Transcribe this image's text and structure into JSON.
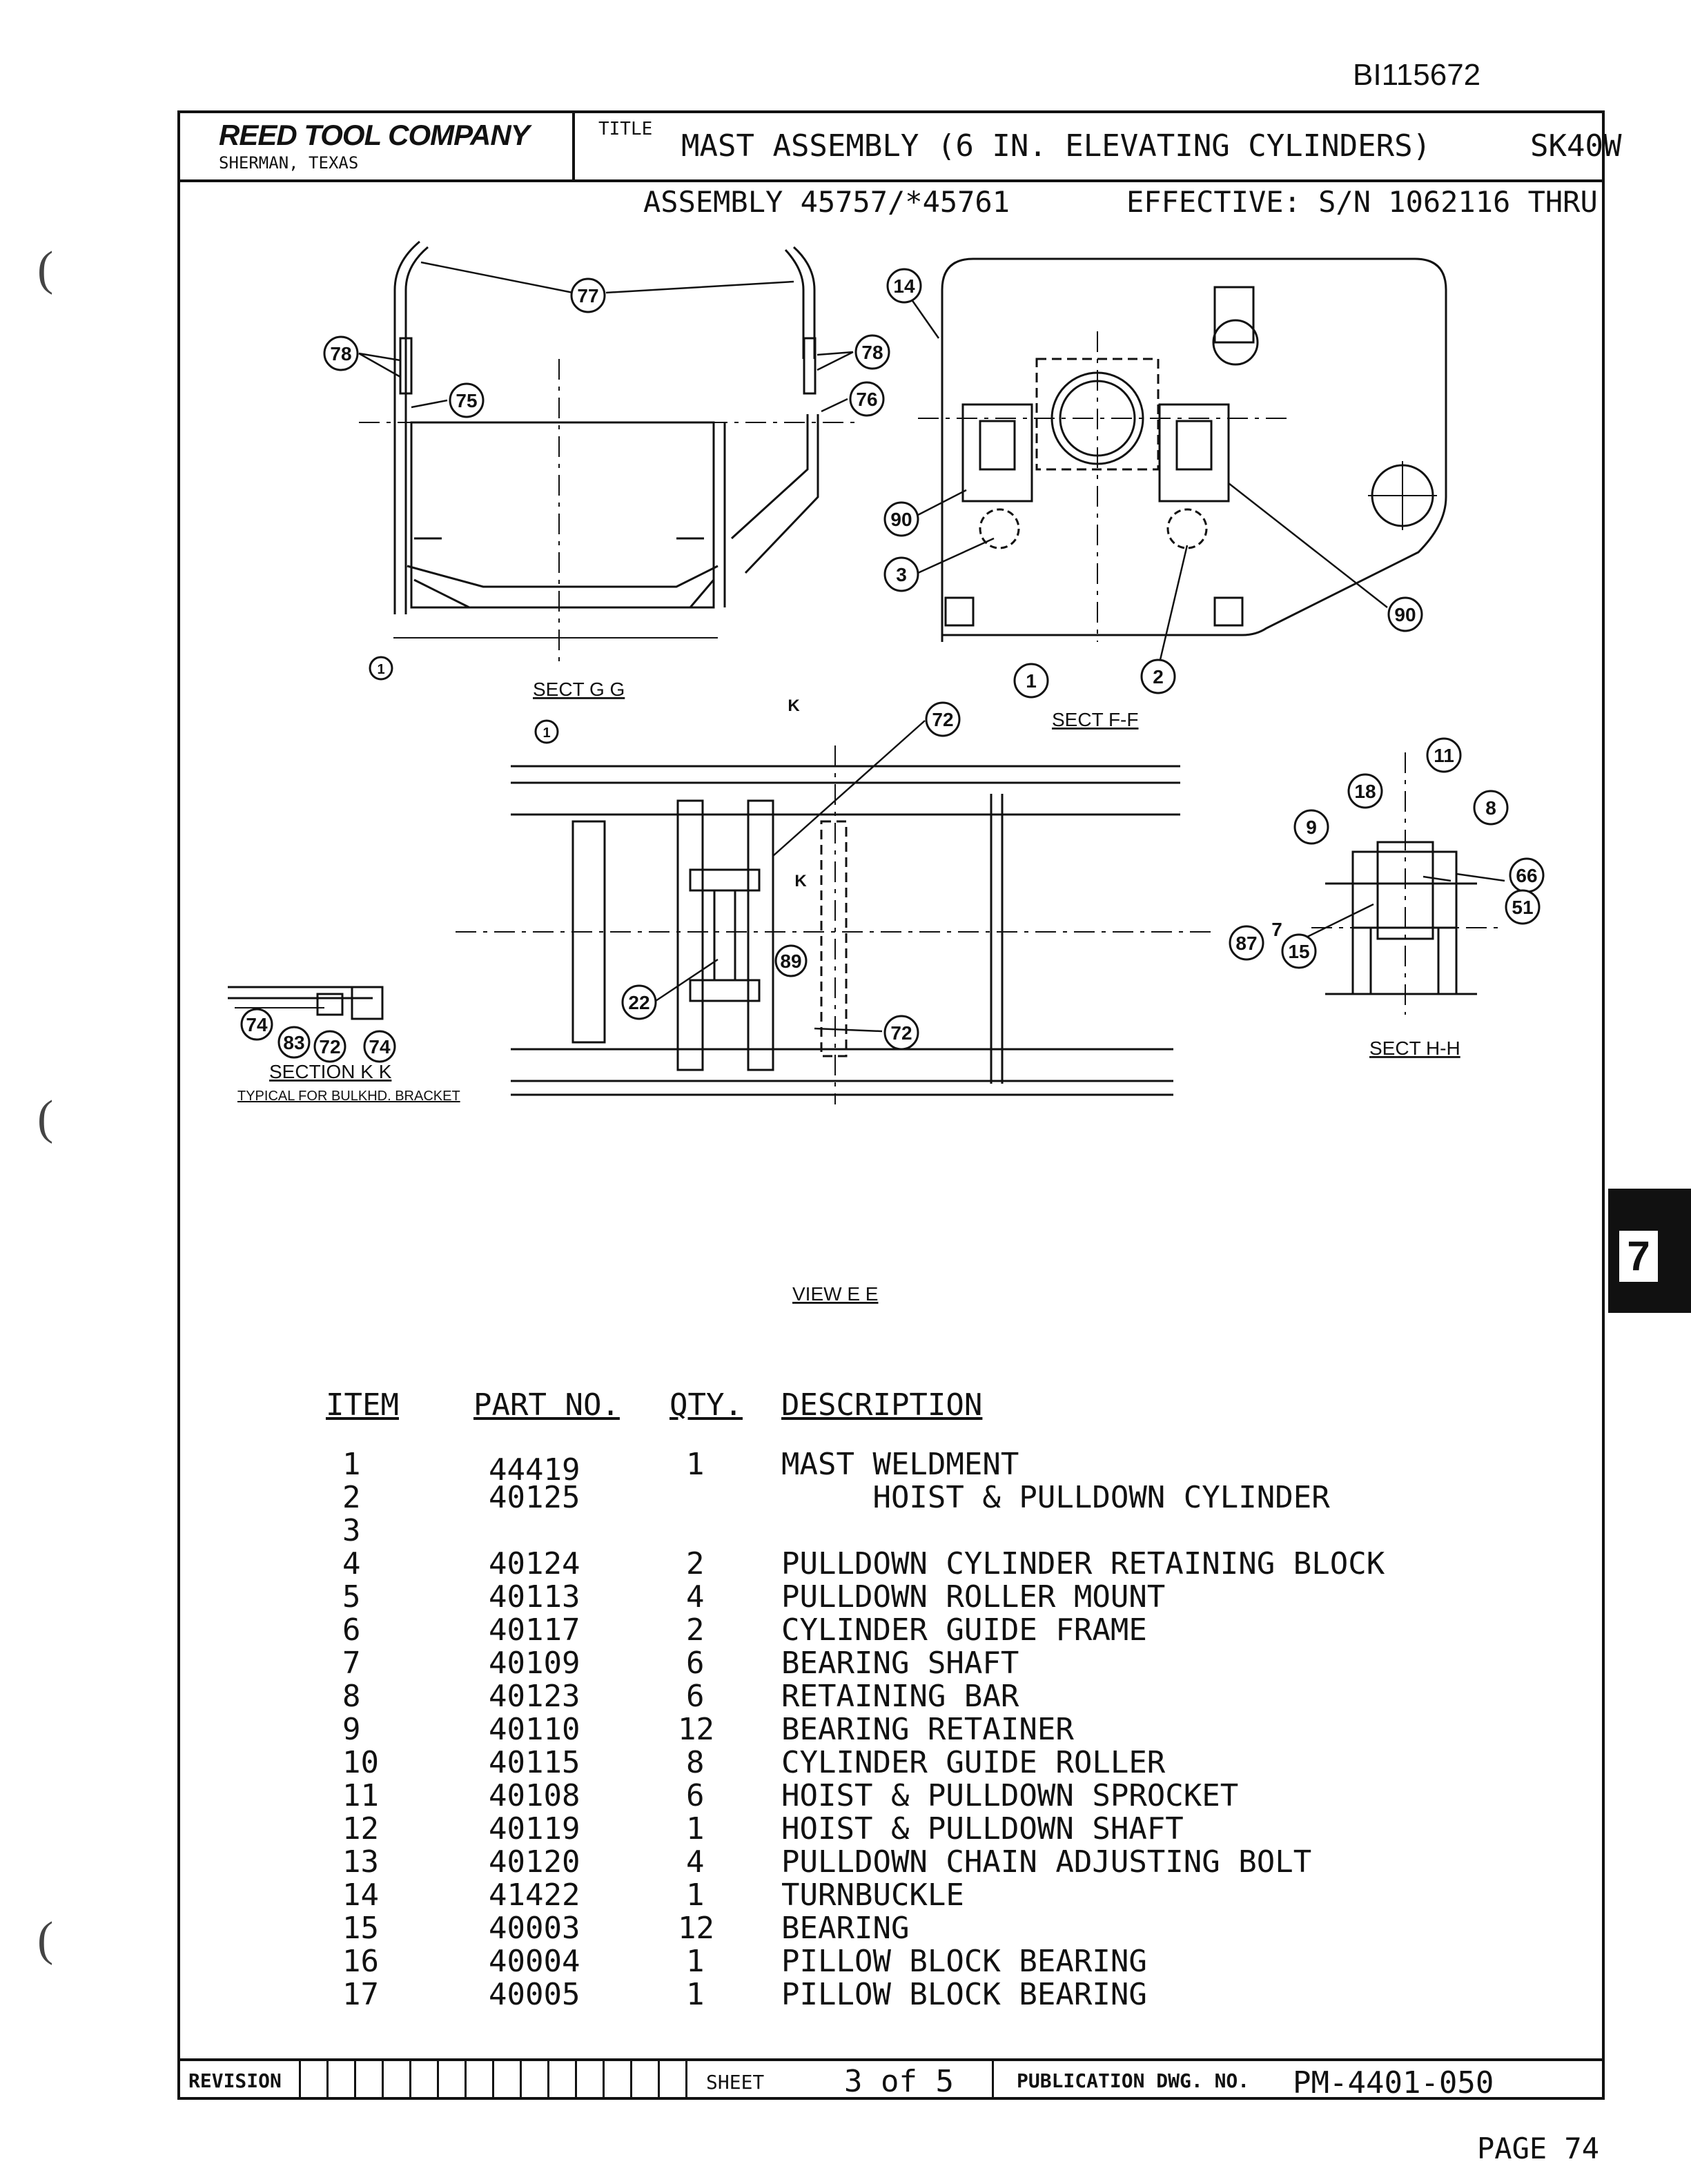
{
  "document": {
    "doc_id": "BI115672",
    "company_name": "REED TOOL COMPANY",
    "company_city": "SHERMAN, TEXAS",
    "title_label": "TITLE",
    "title": "MAST ASSEMBLY (6 IN. ELEVATING CYLINDERS)",
    "sheet_code": "SK40W",
    "assembly": "ASSEMBLY 45757/*45761",
    "effective": "EFFECTIVE:  S/N 1062116 THRU",
    "tab_number": "7"
  },
  "drawings": {
    "sect_gg": "SECT G G",
    "sect_ff": "SECT F-F",
    "sect_hh": "SECT H-H",
    "section_kk": "SECTION K K",
    "typical_note": "TYPICAL FOR BULKHD. BRACKET",
    "view_ee": "VIEW E E",
    "callouts": {
      "c77": "77",
      "c78a": "78",
      "c78b": "78",
      "c75": "75",
      "c76": "76",
      "c14": "14",
      "c90a": "90",
      "c90b": "90",
      "c3": "3",
      "c1a": "1",
      "c1b": "1",
      "c1c": "1",
      "c2": "2",
      "c72a": "72",
      "c72b": "72",
      "c72c": "72",
      "c22": "22",
      "c89": "89",
      "c74a": "74",
      "c74b": "74",
      "c83": "83",
      "c11": "11",
      "c18": "18",
      "c9": "9",
      "c8": "8",
      "c66": "66",
      "c51": "51",
      "c87": "87",
      "c7": "7",
      "c15": "15",
      "k1": "K",
      "k2": "K"
    }
  },
  "parts_table": {
    "headers": {
      "item": "ITEM",
      "part_no": "PART NO.",
      "qty": "QTY.",
      "description": "DESCRIPTION"
    },
    "rows": [
      {
        "item": "1",
        "part_no": "44419",
        "qty": "1",
        "description": "MAST WELDMENT"
      },
      {
        "item": "2",
        "part_no": "40125",
        "qty": "",
        "description": "     HOIST & PULLDOWN CYLINDER"
      },
      {
        "item": "3",
        "part_no": "",
        "qty": "",
        "description": ""
      },
      {
        "item": "4",
        "part_no": "40124",
        "qty": "2",
        "description": "PULLDOWN CYLINDER RETAINING BLOCK"
      },
      {
        "item": "5",
        "part_no": "40113",
        "qty": "4",
        "description": "PULLDOWN ROLLER MOUNT"
      },
      {
        "item": "6",
        "part_no": "40117",
        "qty": "2",
        "description": "CYLINDER GUIDE FRAME"
      },
      {
        "item": "7",
        "part_no": "40109",
        "qty": "6",
        "description": "BEARING SHAFT"
      },
      {
        "item": "8",
        "part_no": "40123",
        "qty": "6",
        "description": "RETAINING BAR"
      },
      {
        "item": "9",
        "part_no": "40110",
        "qty": "12",
        "description": "BEARING RETAINER"
      },
      {
        "item": "10",
        "part_no": "40115",
        "qty": "8",
        "description": "CYLINDER GUIDE ROLLER"
      },
      {
        "item": "11",
        "part_no": "40108",
        "qty": "6",
        "description": "HOIST & PULLDOWN SPROCKET"
      },
      {
        "item": "12",
        "part_no": "40119",
        "qty": "1",
        "description": "HOIST & PULLDOWN SHAFT"
      },
      {
        "item": "13",
        "part_no": "40120",
        "qty": "4",
        "description": "PULLDOWN CHAIN ADJUSTING BOLT"
      },
      {
        "item": "14",
        "part_no": "41422",
        "qty": "1",
        "description": "TURNBUCKLE"
      },
      {
        "item": "15",
        "part_no": "40003",
        "qty": "12",
        "description": "BEARING"
      },
      {
        "item": "16",
        "part_no": "40004",
        "qty": "1",
        "description": "PILLOW BLOCK BEARING"
      },
      {
        "item": "17",
        "part_no": "40005",
        "qty": "1",
        "description": "PILLOW BLOCK BEARING"
      }
    ]
  },
  "footer": {
    "revision_label": "REVISION",
    "sheet_label": "SHEET",
    "sheet_value": "3 of 5",
    "publication_label": "PUBLICATION DWG. NO.",
    "publication_value": "PM-4401-050",
    "page": "PAGE 74"
  }
}
